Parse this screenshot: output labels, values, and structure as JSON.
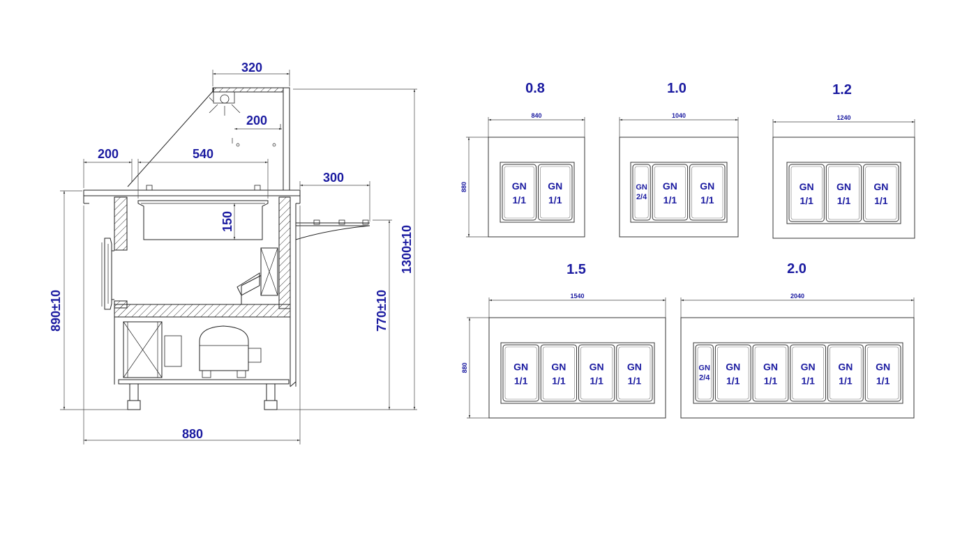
{
  "side_view": {
    "dim_top_width": "320",
    "dim_light": "200",
    "dim_front_shelf": "200",
    "dim_pan_width": "540",
    "dim_pan_depth": "150",
    "dim_rear_shelf": "300",
    "dim_total_width": "880",
    "dim_counter_height": "890±10",
    "dim_rear_height": "770±10",
    "dim_total_height": "1300±10"
  },
  "top_views": [
    {
      "title": "0.8",
      "width_label": "840",
      "depth_label": "880",
      "pans": [
        {
          "l1": "GN",
          "l2": "1/1"
        },
        {
          "l1": "GN",
          "l2": "1/1"
        }
      ]
    },
    {
      "title": "1.0",
      "width_label": "1040",
      "depth_label": "",
      "pans": [
        {
          "l1": "GN",
          "l2": "2/4"
        },
        {
          "l1": "GN",
          "l2": "1/1"
        },
        {
          "l1": "GN",
          "l2": "1/1"
        }
      ]
    },
    {
      "title": "1.2",
      "width_label": "1240",
      "depth_label": "",
      "pans": [
        {
          "l1": "GN",
          "l2": "1/1"
        },
        {
          "l1": "GN",
          "l2": "1/1"
        },
        {
          "l1": "GN",
          "l2": "1/1"
        }
      ]
    },
    {
      "title": "1.5",
      "width_label": "1540",
      "depth_label": "880",
      "pans": [
        {
          "l1": "GN",
          "l2": "1/1"
        },
        {
          "l1": "GN",
          "l2": "1/1"
        },
        {
          "l1": "GN",
          "l2": "1/1"
        },
        {
          "l1": "GN",
          "l2": "1/1"
        }
      ]
    },
    {
      "title": "2.0",
      "width_label": "2040",
      "depth_label": "",
      "pans": [
        {
          "l1": "GN",
          "l2": "2/4"
        },
        {
          "l1": "GN",
          "l2": "1/1"
        },
        {
          "l1": "GN",
          "l2": "1/1"
        },
        {
          "l1": "GN",
          "l2": "1/1"
        },
        {
          "l1": "GN",
          "l2": "1/1"
        },
        {
          "l1": "GN",
          "l2": "1/1"
        }
      ]
    }
  ]
}
